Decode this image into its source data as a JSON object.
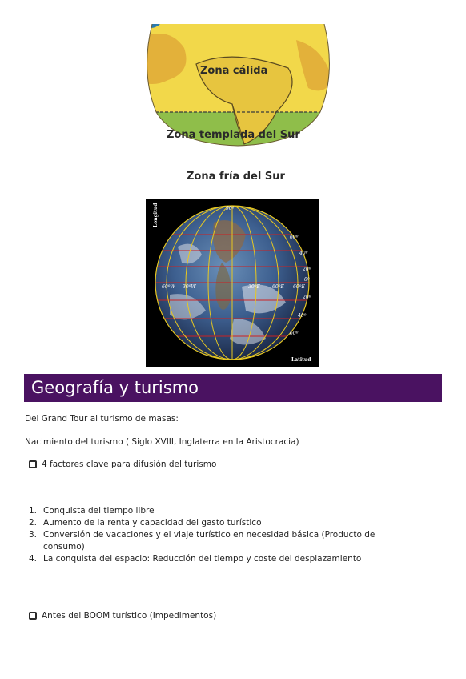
{
  "figure1": {
    "labels": [
      "Zona cálida",
      "Zona templada del Sur",
      "Zona fría del Sur"
    ]
  },
  "figure2": {
    "axis_labels": [
      "Longitud",
      "Latitud"
    ],
    "lat_labels": [
      "90º",
      "60º",
      "40º",
      "20º",
      "0º",
      "20º",
      "40º",
      "60º"
    ],
    "lon_labels": [
      "60ºW",
      "30ºW",
      "30ºE",
      "60ºE",
      "60ºE"
    ]
  },
  "section": {
    "title": "Geografía y turismo",
    "p1": "Del Grand Tour al turismo de masas:",
    "p2": "Nacimiento del turismo ( Siglo XVIII, Inglaterra en la Aristocracia)",
    "check1": "4 factores clave para difusión del turismo",
    "list": [
      {
        "num": "1.",
        "text": "Conquista del tiempo libre"
      },
      {
        "num": "2.",
        "text": "Aumento de la renta y capacidad del gasto turístico"
      },
      {
        "num": "3.",
        "text": "Conversión de vacaciones y el viaje turístico en necesidad básica (Producto de consumo)"
      },
      {
        "num": "4.",
        "text": "La conquista del espacio: Reducción del tiempo y coste del desplazamiento"
      }
    ],
    "check2": "Antes del BOOM turístico (Impedimentos)"
  }
}
